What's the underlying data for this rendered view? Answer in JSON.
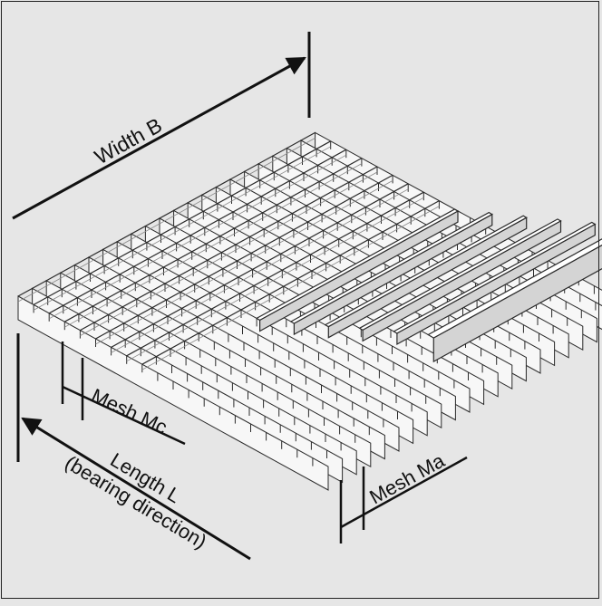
{
  "colors": {
    "background": "#e6e6e6",
    "bar_face": "#f7f7f7",
    "bar_shade": "#d4d4d4",
    "line": "#2a2a2a",
    "dimension": "#111111"
  },
  "labels": {
    "width": "Width B",
    "mesh_mc": "Mesh Mc",
    "mesh_ma": "Mesh Ma",
    "length_line1": "Length L",
    "length_line2": "(bearing direction)"
  }
}
